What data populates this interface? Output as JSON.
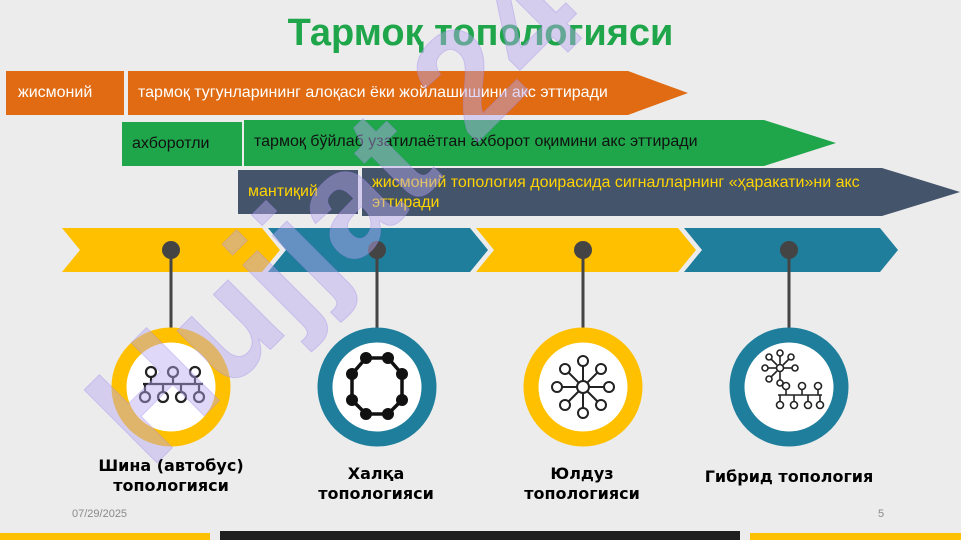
{
  "slide": {
    "title": "Тармоқ топологияси",
    "date": "07/29/2025",
    "page_number": "5",
    "watermark": "Hujjat 24"
  },
  "levels": [
    {
      "label": "жисмоний",
      "description": "тармоқ тугунларининг алоқаси ёки жойлашишини акс эттиради",
      "label_color": "#e06b12",
      "arrow_color": "#e06b12"
    },
    {
      "label": "ахборотли",
      "description": "тармоқ бўйлаб узатилаётган ахборот оқимини акс эттиради",
      "label_color": "#1fa64b",
      "arrow_color": "#1fa64b"
    },
    {
      "label": "мантиқий",
      "description": "жисмоний топология доирасида сигналларнинг «ҳаракати»ни акс эттиради",
      "label_color": "#44546a",
      "arrow_color": "#44546a"
    }
  ],
  "topologies": [
    {
      "caption": "Шина (автобус) топологияси",
      "ring_color": "#ffc000",
      "icon": "bus-topology-icon"
    },
    {
      "caption": "Халқа топологияси",
      "ring_color": "#1f7e9c",
      "icon": "ring-topology-icon"
    },
    {
      "caption": "Юлдуз топологияси",
      "ring_color": "#ffc000",
      "icon": "star-topology-icon"
    },
    {
      "caption": "Гибрид топология",
      "ring_color": "#1f7e9c",
      "icon": "hybrid-topology-icon"
    }
  ],
  "colors": {
    "yellow": "#ffc000",
    "teal": "#1f7e9c",
    "green": "#1fa64b",
    "orange": "#e06b12",
    "slate": "#44546a",
    "footer_dark": "#1f1f1f"
  }
}
